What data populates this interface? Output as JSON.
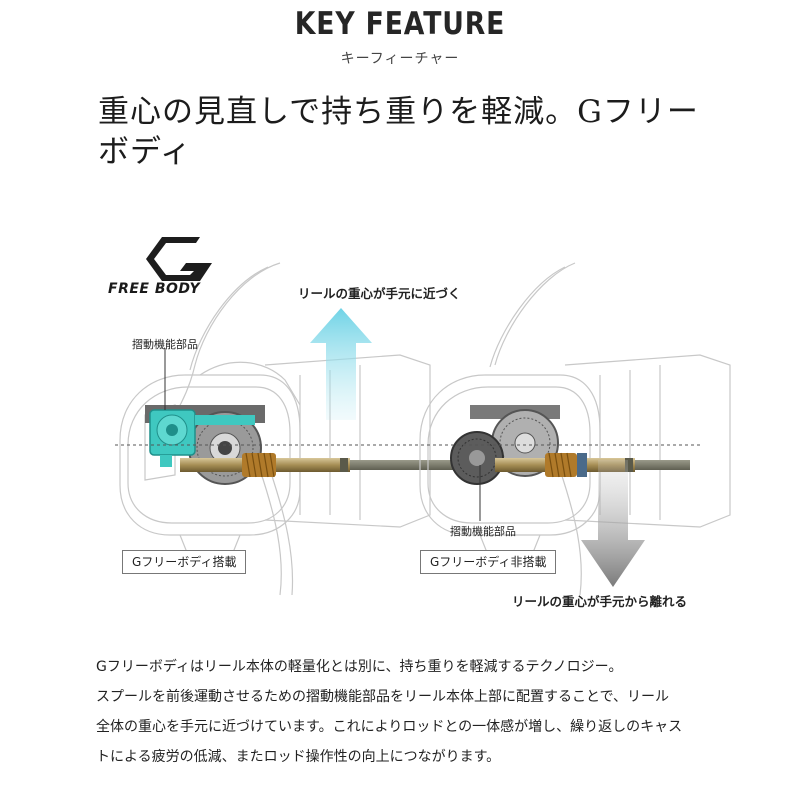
{
  "header": {
    "title": "KEY FEATURE",
    "subtitle": "キーフィーチャー"
  },
  "headline": "重心の見直しで持ち重りを軽減。Gフリーボディ",
  "figure": {
    "logo_text": "FREE BODY",
    "left": {
      "part_label": "摺動機能部品",
      "tag": "Gフリーボディ搭載",
      "callout": "リールの重心が手元に近づく",
      "arrow_color": "#7fd8e8",
      "accent_color": "#3fc8c0"
    },
    "right": {
      "part_label": "摺動機能部品",
      "tag": "Gフリーボディ非搭載",
      "callout": "リールの重心が手元から離れる",
      "arrow_color": "#8a8a8a"
    }
  },
  "body": {
    "lines": [
      "Gフリーボディはリール本体の軽量化とは別に、持ち重りを軽減するテクノロジー。",
      "スプールを前後運動させるための摺動機能部品をリール本体上部に配置することで、リール",
      "全体の重心を手元に近づけています。これによりロッドとの一体感が増し、繰り返しのキャス",
      "トによる疲労の低減、またロッド操作性の向上につながります。"
    ]
  }
}
